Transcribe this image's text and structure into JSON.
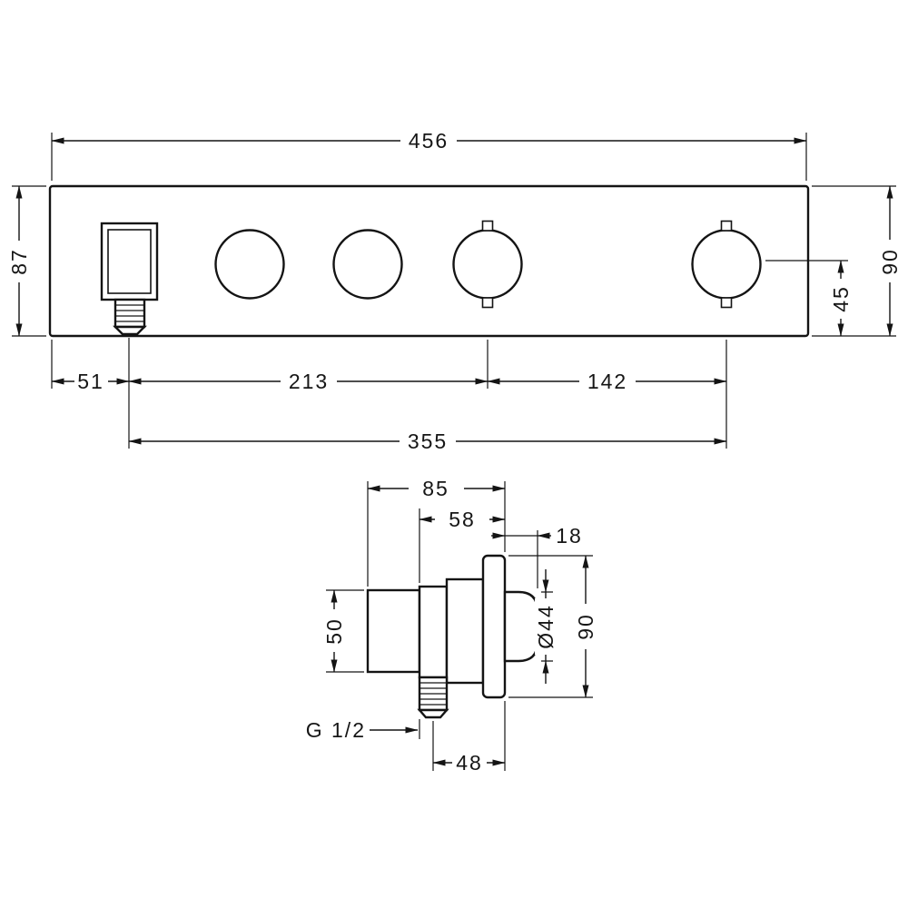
{
  "front": {
    "width": "456",
    "height_left": "87",
    "height_right": "90",
    "center_to_bottom": "45",
    "outlet_offset": "51",
    "outlet_to_handle3": "213",
    "handle3_to_handle4": "142",
    "outlet_to_handle4": "355"
  },
  "side": {
    "depth_total": "85",
    "depth_body": "58",
    "knob_protrusion": "18",
    "body_height": "50",
    "knob_diameter": "Ø44",
    "plate_height": "90",
    "outlet_to_front": "48",
    "thread": "G 1/2"
  }
}
